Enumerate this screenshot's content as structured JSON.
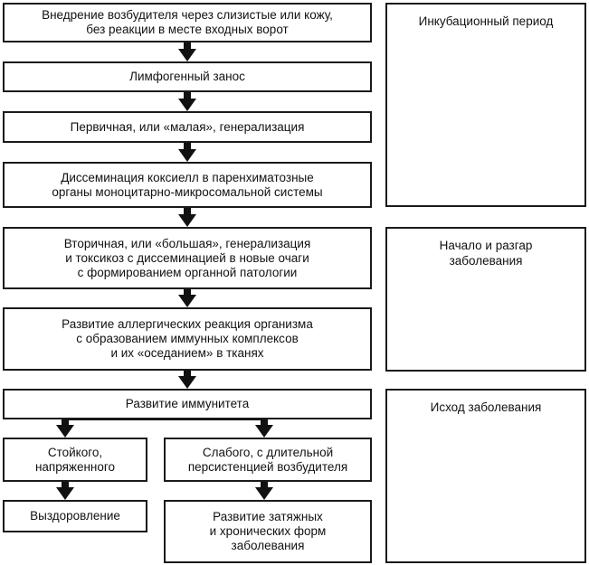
{
  "flow": {
    "step1": "Внедрение возбудителя через слизистые или кожу,\nбез реакции в месте входных ворот",
    "step2": "Лимфогенный занос",
    "step3": "Первичная, или «малая», генерализация",
    "step4": "Диссеминация коксиелл в паренхиматозные\nорганы моноцитарно-микросомальной системы",
    "step5": "Вторичная, или «большая», генерализация\nи токсикоз с диссеминацией в новые очаги\nс формированием органной патологии",
    "step6": "Развитие аллергических реакция организма\nс образованием иммунных комплексов\nи их «оседанием» в тканях",
    "step7": "Развитие иммунитета",
    "left_branch": "Стойкого,\nнапряженного",
    "left_outcome": "Выздоровление",
    "right_branch": "Слабого, с длительной\nперсистенцией возбудителя",
    "right_outcome": "Развитие затяжных\nи хронических форм\nзаболевания"
  },
  "periods": {
    "incubation": "Инкубационный период",
    "onset": "Начало и разгар\nзаболевания",
    "outcome": "Исход заболевания"
  }
}
